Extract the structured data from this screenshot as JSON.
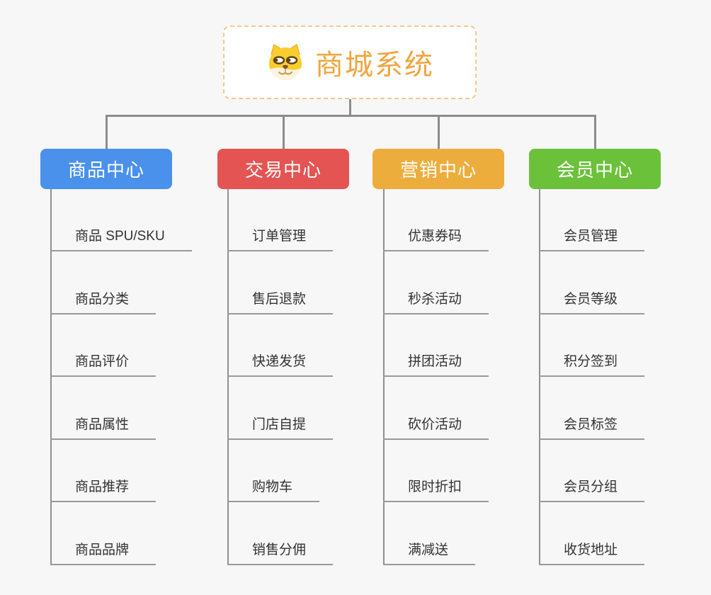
{
  "page": {
    "background_color": "#F7F7F7",
    "connector_color": "#8C8C8C",
    "leaf_underline_color": "#999999",
    "leaf_text_color": "#333333"
  },
  "root": {
    "title": "商城系统",
    "icon": "dog-icon",
    "title_color": "#F0A53E",
    "border_color": "#F3C987"
  },
  "branches": [
    {
      "label": "商品中心",
      "color": "#4A91EC",
      "items": [
        "商品 SPU/SKU",
        "商品分类",
        "商品评价",
        "商品属性",
        "商品推荐",
        "商品品牌"
      ]
    },
    {
      "label": "交易中心",
      "color": "#E45452",
      "items": [
        "订单管理",
        "售后退款",
        "快递发货",
        "门店自提",
        "购物车",
        "销售分佣"
      ]
    },
    {
      "label": "营销中心",
      "color": "#EDAD3D",
      "items": [
        "优惠券码",
        "秒杀活动",
        "拼团活动",
        "砍价活动",
        "限时折扣",
        "满减送"
      ]
    },
    {
      "label": "会员中心",
      "color": "#6BC13A",
      "items": [
        "会员管理",
        "会员等级",
        "积分签到",
        "会员标签",
        "会员分组",
        "收货地址"
      ]
    }
  ]
}
